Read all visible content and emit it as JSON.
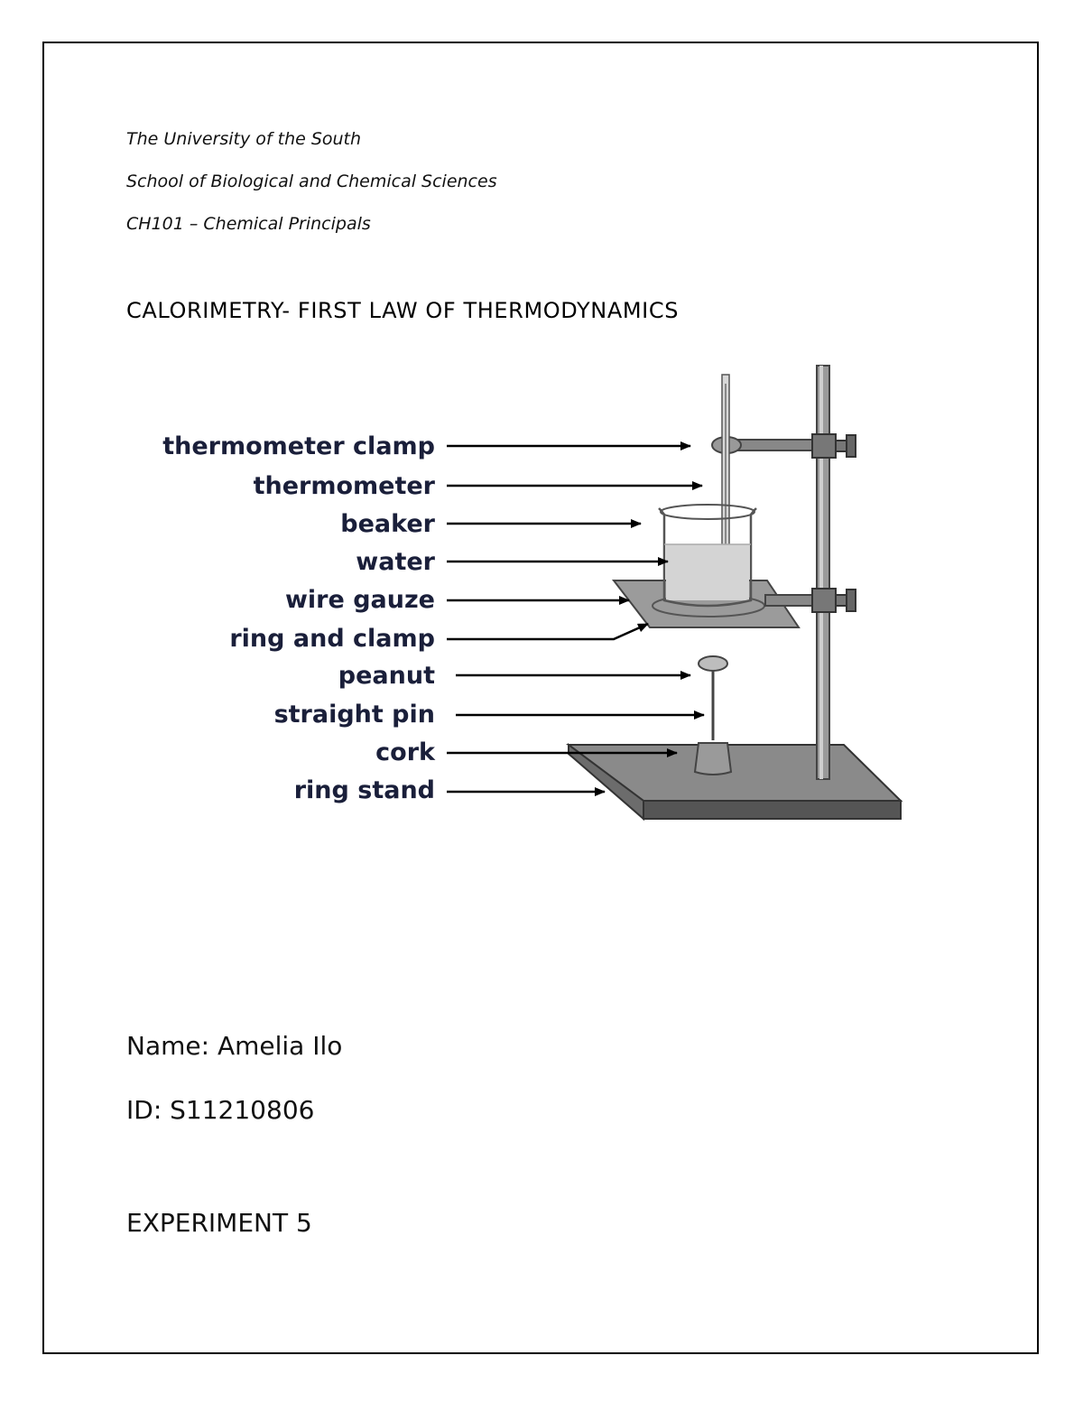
{
  "header": {
    "university": "The University of the South",
    "school": "School of Biological and Chemical Sciences",
    "course": "CH101 – Chemical Principals"
  },
  "title": "CALORIMETRY- FIRST LAW OF THERMODYNAMICS",
  "figure": {
    "labels": [
      "thermometer clamp",
      "thermometer",
      "beaker",
      "water",
      "wire gauze",
      "ring and clamp",
      "peanut",
      "straight pin",
      "cork",
      "ring stand"
    ]
  },
  "student": {
    "name_line": "Name: Amelia Ilo",
    "id_line": "ID: S11210806"
  },
  "experiment": "EXPERIMENT 5"
}
